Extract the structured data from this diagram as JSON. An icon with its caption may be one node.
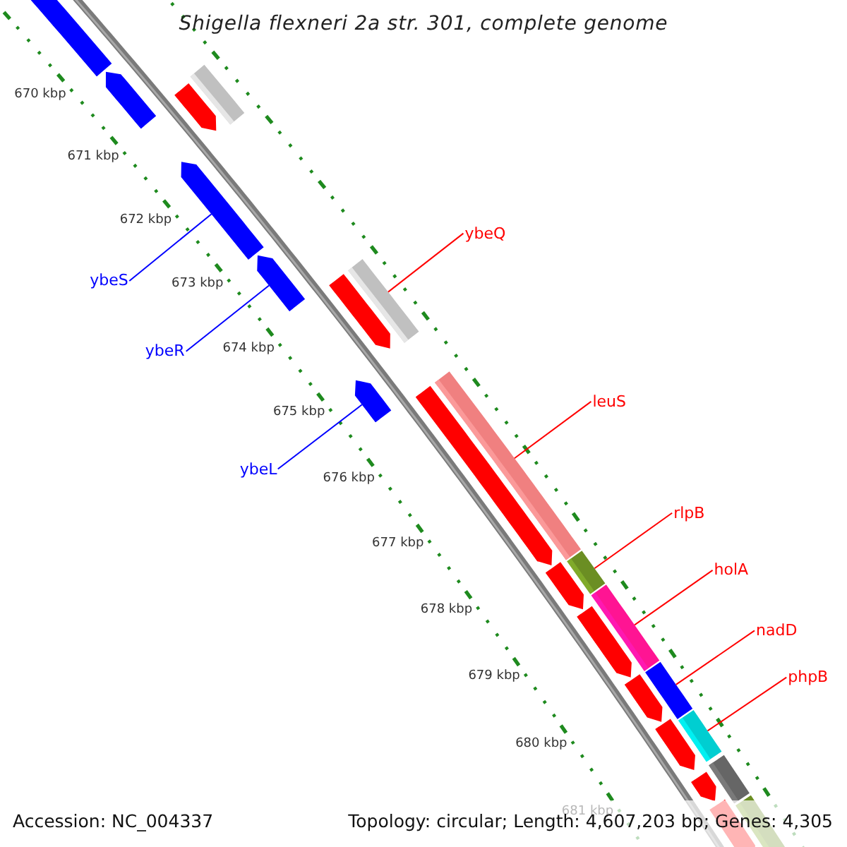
{
  "diagram": {
    "title": "Shigella flexneri 2a str. 301, complete genome",
    "nodes": [
      {
        "text": [
          "ybeQ"
        ]
      },
      {
        "text": [
          "ybeS"
        ]
      },
      {
        "text": [
          "ybeR"
        ]
      },
      {
        "text": [
          "leuS"
        ]
      },
      {
        "text": [
          "ybeL"
        ]
      },
      {
        "text": [
          "rlpB"
        ]
      },
      {
        "text": [
          "holA"
        ]
      },
      {
        "text": [
          "nadD"
        ]
      },
      {
        "text": [
          "phpB"
        ]
      },
      {
        "text": [],
        "shape": "bar"
      },
      {
        "text": [],
        "shape": "bar"
      },
      {
        "text": [],
        "shape": "bar"
      },
      {
        "text": [],
        "shape": "bar"
      },
      {
        "text": [],
        "shape": "bar"
      },
      {
        "text": [],
        "shape": "bar"
      },
      {
        "text": [],
        "shape": "bar"
      },
      {
        "text": [],
        "shape": "bar"
      },
      {
        "text": [],
        "shape": "bar"
      },
      {
        "text": [],
        "shape": "bar"
      },
      {
        "text": [],
        "shape": "bar"
      },
      {
        "text": [],
        "shape": "bar"
      },
      {
        "text": [],
        "shape": "bar"
      },
      {
        "text": [],
        "shape": "bar"
      },
      {
        "text": [],
        "shape": "bar"
      },
      {
        "text": [],
        "shape": "bar"
      },
      {
        "text": [],
        "shape": "bar"
      },
      {
        "text": [],
        "shape": "bar"
      },
      {
        "text": [],
        "shape": "bar"
      },
      {
        "text": [],
        "shape": "bar"
      },
      {
        "text": [],
        "shape": "bar"
      },
      {
        "text": [],
        "shape": "bar"
      },
      {
        "text": [],
        "shape": "bar"
      }
    ],
    "edges": [
      {
        "from": 0,
        "to": 16,
        "arrow": "none"
      },
      {
        "from": 1,
        "to": 13,
        "arrow": "none",
        "color": "#0000ff"
      },
      {
        "from": 2,
        "to": 14,
        "arrow": "none",
        "color": "#0000ff"
      },
      {
        "from": 3,
        "to": 19,
        "arrow": "none"
      },
      {
        "from": 4,
        "to": 17,
        "arrow": "none",
        "color": "#0000ff"
      },
      {
        "from": 5,
        "to": 21,
        "arrow": "none"
      },
      {
        "from": 6,
        "to": 22,
        "arrow": "none"
      },
      {
        "from": 7,
        "to": 25,
        "arrow": "none"
      },
      {
        "from": 8,
        "to": 27,
        "arrow": "none"
      }
    ],
    "labels": [
      "670 kbp",
      "671 kbp",
      "672 kbp",
      "673 kbp",
      "674 kbp",
      "675 kbp",
      "676 kbp",
      "677 kbp",
      "678 kbp",
      "679 kbp",
      "680 kbp",
      "681 kbp",
      "Accession: NC_004337",
      "Topology: circular; Length: 4,607,203 bp; Genes: 4,305"
    ]
  }
}
